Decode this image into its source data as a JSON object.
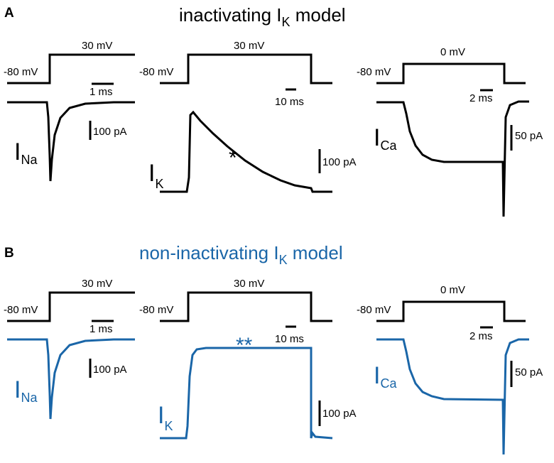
{
  "colors": {
    "panel_a": "#000000",
    "panel_b": "#1a66a8"
  },
  "panels": [
    {
      "letter": "A",
      "title_main": "inactivating I",
      "title_sub": "K",
      "title_tail": " model",
      "na": {
        "hold": "-80 mV",
        "step": "30 mV",
        "time_scale": "1 ms",
        "current_scale": "100 pA",
        "label_main": "I",
        "label_sub": "Na"
      },
      "k": {
        "hold": "-80 mV",
        "step": "30 mV",
        "time_scale": "10 ms",
        "current_scale": "100 pA",
        "label_main": "I",
        "label_sub": "K",
        "mark": "*"
      },
      "ca": {
        "hold": "-80 mV",
        "step": "0 mV",
        "time_scale": "2 ms",
        "current_scale": "50 pA",
        "label_main": "I",
        "label_sub": "Ca"
      }
    },
    {
      "letter": "B",
      "title_main": "non-inactivating I",
      "title_sub": "K",
      "title_tail": " model",
      "na": {
        "hold": "-80 mV",
        "step": "30 mV",
        "time_scale": "1 ms",
        "current_scale": "100 pA",
        "label_main": "I",
        "label_sub": "Na"
      },
      "k": {
        "hold": "-80 mV",
        "step": "30 mV",
        "time_scale": "10 ms",
        "current_scale": "100 pA",
        "label_main": "I",
        "label_sub": "K",
        "mark": "**"
      },
      "ca": {
        "hold": "-80 mV",
        "step": "0 mV",
        "time_scale": "2 ms",
        "current_scale": "50 pA",
        "label_main": "I",
        "label_sub": "Ca"
      }
    }
  ]
}
